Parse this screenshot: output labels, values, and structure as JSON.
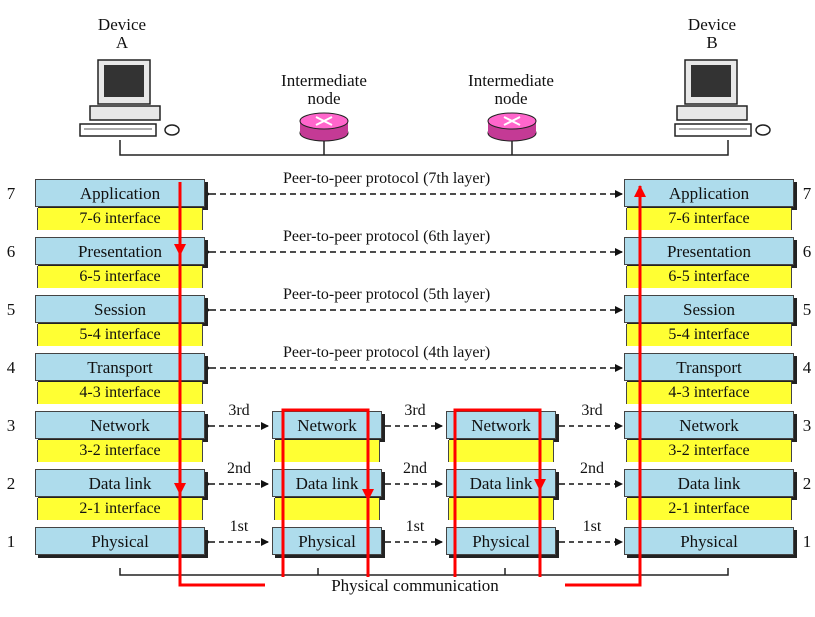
{
  "devices": {
    "a": {
      "line1": "Device",
      "line2": "A"
    },
    "b": {
      "line1": "Device",
      "line2": "B"
    }
  },
  "nodes": {
    "n1": {
      "line1": "Intermediate",
      "line2": "node"
    },
    "n2": {
      "line1": "Intermediate",
      "line2": "node"
    }
  },
  "layers": [
    {
      "num": "7",
      "name": "Application"
    },
    {
      "num": "6",
      "name": "Presentation"
    },
    {
      "num": "5",
      "name": "Session"
    },
    {
      "num": "4",
      "name": "Transport"
    },
    {
      "num": "3",
      "name": "Network"
    },
    {
      "num": "2",
      "name": "Data link"
    },
    {
      "num": "1",
      "name": "Physical"
    }
  ],
  "interfaces": [
    "7-6 interface",
    "6-5 interface",
    "5-4 interface",
    "4-3 interface",
    "3-2 interface",
    "2-1 interface"
  ],
  "peer_protocols": [
    "Peer-to-peer protocol (7th layer)",
    "Peer-to-peer protocol (6th layer)",
    "Peer-to-peer protocol (5th layer)",
    "Peer-to-peer protocol (4th layer)"
  ],
  "hops": {
    "network": "3rd",
    "datalink": "2nd",
    "physical": "1st"
  },
  "physical_comm": "Physical communication",
  "colors": {
    "layer": "#aedcec",
    "interface": "#ffff33",
    "path": "#ff0000",
    "router": "#ff66cc"
  },
  "icons": [
    "computer-icon",
    "router-icon"
  ]
}
